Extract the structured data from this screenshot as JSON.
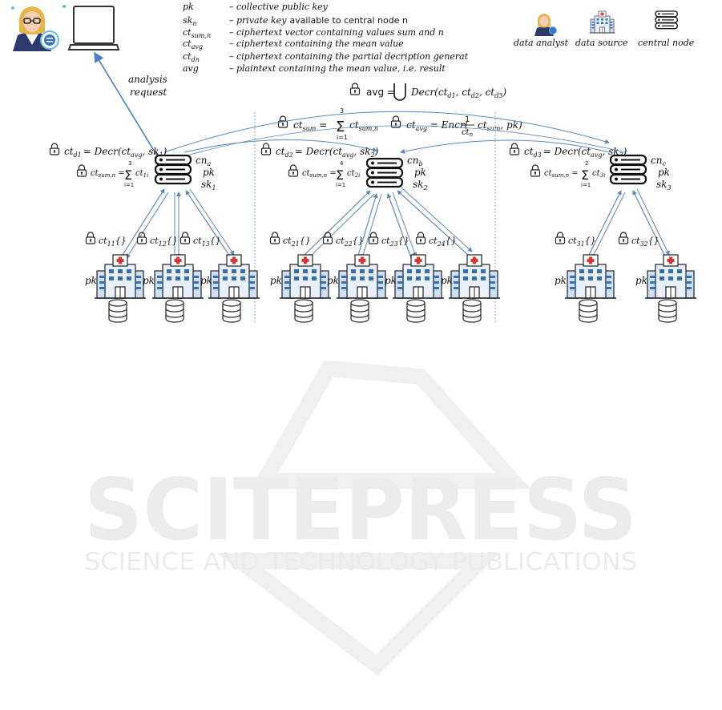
{
  "legend": {
    "rows": [
      {
        "sym": "pk",
        "desc": "– collective public key"
      },
      {
        "sym": "sk",
        "sub": "n",
        "desc": "– private key",
        "desc_tail": "available to central node n"
      },
      {
        "sym": "ct",
        "sub": "sum,n",
        "desc": "– ciphertext vector containing values sum and n"
      },
      {
        "sym": "ct",
        "sub": "avg",
        "desc": "– ciphertext containing the mean value"
      },
      {
        "sym": "ct",
        "sub": "dn",
        "desc": "– ciphertext containing the partial decription generat"
      },
      {
        "sym": "avg",
        "desc": "– plaintext containing the mean value, i.e. result"
      }
    ],
    "icons": [
      {
        "label": "data analyst"
      },
      {
        "label": "data source"
      },
      {
        "label": "central node"
      }
    ]
  },
  "analysis": {
    "line1": "analysis",
    "line2": "request"
  },
  "formulas": {
    "avg": "avg = ⋃ Decr(ct",
    "avg_args": "d1, ctd2, ctd3)",
    "ct_sum": "ctsum = Σ ctsum,n",
    "ct_avg": "ctavg = Encr(1/ctn ctsum, pk)"
  },
  "nodes": [
    {
      "cn": "cn",
      "cn_sub": "a",
      "pk": "pk",
      "sk": "sk",
      "sk_sub": "1",
      "decr_lhs": "ct",
      "decr_sub": "d1",
      "decr_rhs": "= Decr(ct",
      "decr_arg": "avg",
      "decr_tail": ", sk",
      "decr_tail_sub": "1",
      "decr_close": ")",
      "sum_top": "3",
      "sum_idx": "1i",
      "sources": [
        "11",
        "12",
        "13"
      ]
    },
    {
      "cn": "cn",
      "cn_sub": "b",
      "pk": "pk",
      "sk": "sk",
      "sk_sub": "2",
      "decr_lhs": "ct",
      "decr_sub": "d2",
      "decr_rhs": "= Decr(ct",
      "decr_arg": "avg",
      "decr_tail": ", sk",
      "decr_tail_sub": "2",
      "decr_close": ")",
      "sum_top": "4",
      "sum_idx": "2i",
      "sources": [
        "21",
        "22",
        "23",
        "24"
      ]
    },
    {
      "cn": "cn",
      "cn_sub": "c",
      "pk": "pk",
      "sk": "sk",
      "sk_sub": "3",
      "decr_lhs": "ct",
      "decr_sub": "d3",
      "decr_rhs": "= Decr(ct",
      "decr_arg": "avg",
      "decr_tail": ", sk",
      "decr_tail_sub": "3",
      "decr_close": ")",
      "sum_top": "2",
      "sum_idx": "3i",
      "sources": [
        "31",
        "32"
      ]
    }
  ],
  "source_pk": "pk",
  "watermark": {
    "main": "SCITEPRESS",
    "sub": "SCIENCE AND TECHNOLOGY PUBLICATIONS"
  }
}
